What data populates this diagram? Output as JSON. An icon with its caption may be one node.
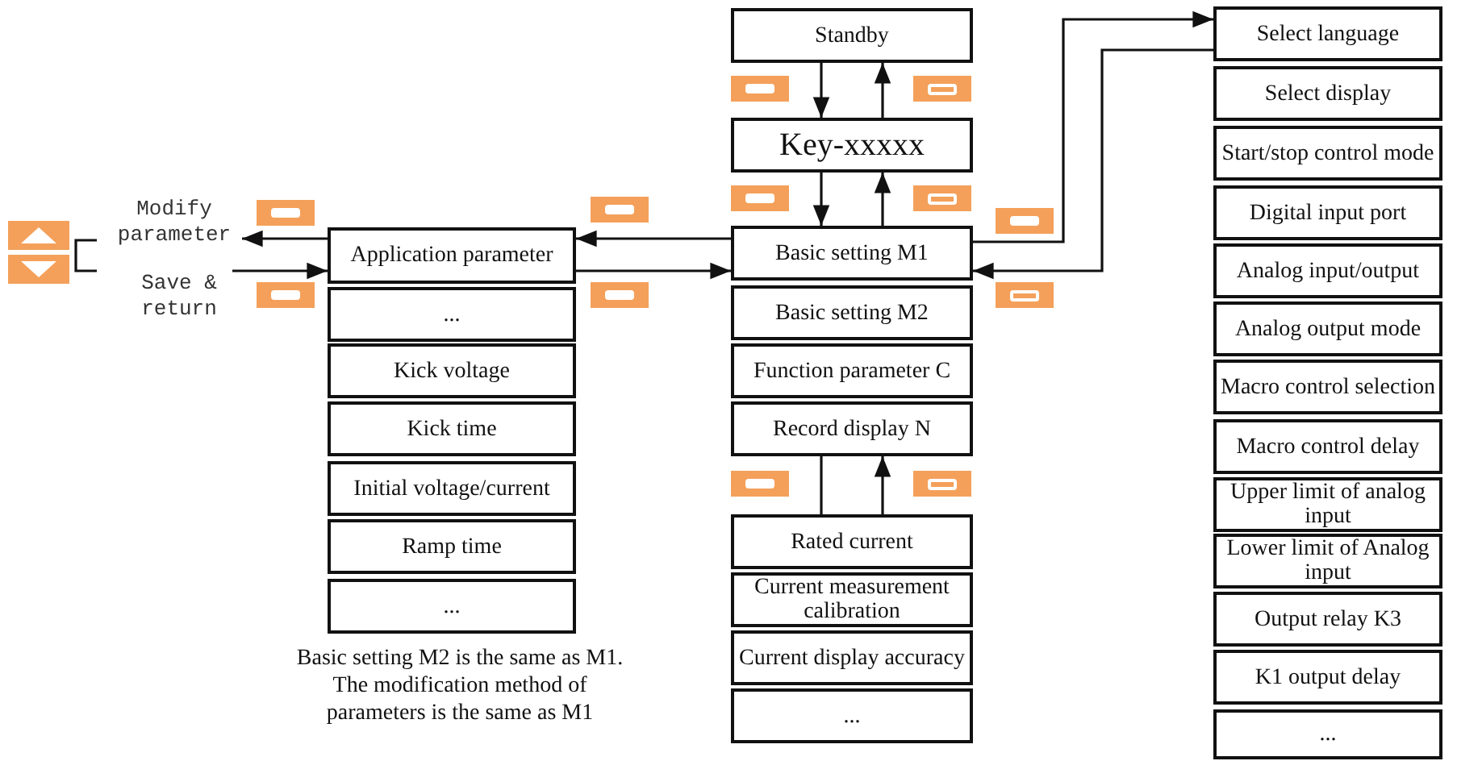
{
  "diagram": {
    "nodes": [
      {
        "text": [
          "Modify parameter"
        ]
      },
      {
        "text": [
          "Save & return"
        ]
      },
      {
        "text": [
          "Application parameter"
        ]
      },
      {
        "text": [
          "..."
        ]
      },
      {
        "text": [
          "Kick voltage"
        ]
      },
      {
        "text": [
          "Kick time"
        ]
      },
      {
        "text": [
          "Initial voltage/current"
        ]
      },
      {
        "text": [
          "Ramp time"
        ]
      },
      {
        "text": [
          "..."
        ]
      },
      {
        "text": [
          "Standby"
        ]
      },
      {
        "text": [
          "Key-xxxxx"
        ]
      },
      {
        "text": [
          "Basic setting M1"
        ]
      },
      {
        "text": [
          "Basic setting M2"
        ]
      },
      {
        "text": [
          "Function parameter C"
        ]
      },
      {
        "text": [
          "Record display N"
        ]
      },
      {
        "text": [
          "Rated current"
        ]
      },
      {
        "text": [
          "Current measurement calibration"
        ]
      },
      {
        "text": [
          "Current display accuracy"
        ]
      },
      {
        "text": [
          "..."
        ]
      },
      {
        "text": [
          "Select language"
        ]
      },
      {
        "text": [
          "Select display"
        ]
      },
      {
        "text": [
          "Start/stop control mode"
        ]
      },
      {
        "text": [
          "Digital input port"
        ]
      },
      {
        "text": [
          "Analog input/output"
        ]
      },
      {
        "text": [
          "Analog output mode"
        ]
      },
      {
        "text": [
          "Macro control selection"
        ]
      },
      {
        "text": [
          "Macro control delay"
        ]
      },
      {
        "text": [
          "Upper limit of analog input"
        ]
      },
      {
        "text": [
          "Lower limit of Analog input"
        ]
      },
      {
        "text": [
          "Output relay K3"
        ]
      },
      {
        "text": [
          "K1 output delay"
        ]
      },
      {
        "text": [
          "..."
        ]
      }
    ],
    "edges": [
      {
        "from": 9,
        "to": 10,
        "arrow": "to"
      },
      {
        "from": 10,
        "to": 9,
        "arrow": "to"
      },
      {
        "from": 10,
        "to": 11,
        "arrow": "to"
      },
      {
        "from": 11,
        "to": 10,
        "arrow": "to"
      },
      {
        "from": 14,
        "to": 15,
        "arrow": "none"
      },
      {
        "from": 15,
        "to": 14,
        "arrow": "to"
      },
      {
        "from": 11,
        "to": 2,
        "arrow": "to"
      },
      {
        "from": 2,
        "to": 11,
        "arrow": "to"
      },
      {
        "from": 2,
        "to": 0,
        "arrow": "to"
      },
      {
        "from": 1,
        "to": 2,
        "arrow": "to"
      },
      {
        "from": 11,
        "to": 19,
        "arrow": "to"
      },
      {
        "from": 19,
        "to": 11,
        "arrow": "to"
      }
    ],
    "labels": [
      "Basic setting M2 is the same as M1. The modification method of parameters is the same as M1"
    ]
  }
}
